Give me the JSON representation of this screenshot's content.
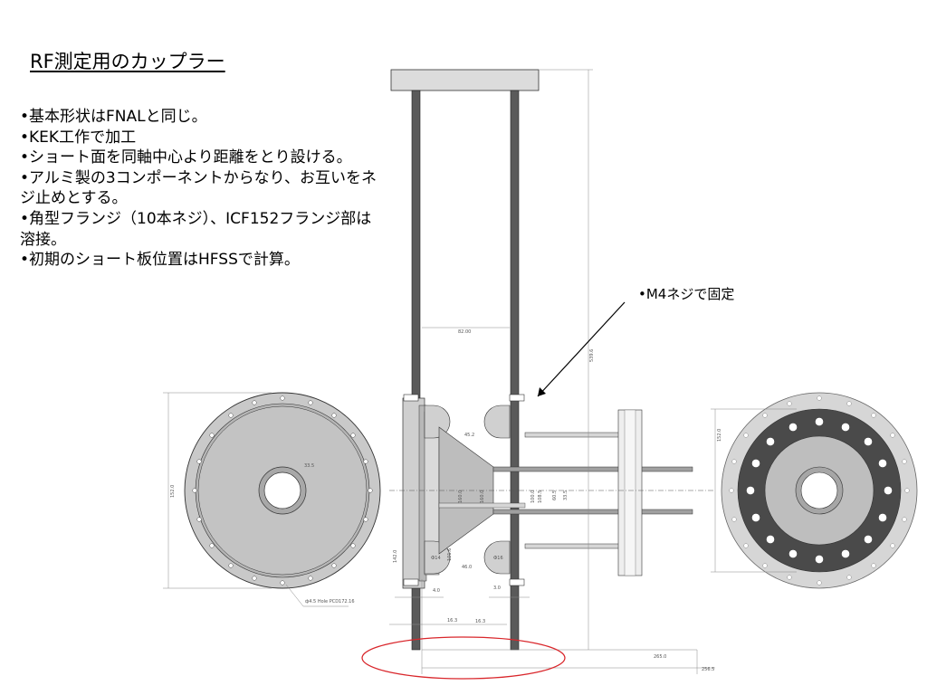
{
  "title": "RF測定用のカップラー",
  "bullets": [
    "•基本形状はFNALと同じ。",
    "•KEK工作で加工",
    "•ショート面を同軸中心より距離をとり設ける。",
    "•アルミ製の3コンポーネントからなり、お互いをネジ止めとする。",
    "•角型フランジ（10本ネジ）、ICF152フランジ部は溶接。",
    "•初期のショート板位置はHFSSで計算。"
  ],
  "callout": "•M4ネジで固定",
  "dims": {
    "d_rod_gap": "82.00",
    "d_total_height": "539.6",
    "d_45": "45.2",
    "d_160a": "160.0",
    "d_160b": "160.0",
    "d_100": "100.0",
    "d_108": "108.5",
    "d_60": "60.5",
    "d_33": "33.5",
    "d_142": "142.0",
    "d_101": "101.6",
    "d_46": "46.0",
    "d_phi14": "Ф14",
    "d_phi16": "Ф16",
    "d_4": "4.0",
    "d_3": "3.0",
    "d_16a": "16.3",
    "d_16b": "16.3",
    "d_265": "265.0",
    "d_256": "256.5",
    "d_left_33": "33.5",
    "d_left_152": "152.0",
    "d_hole": "ф4.5 Hole\nPCD172.16",
    "d_right_152": "152.0"
  },
  "colors": {
    "rod": "#5a5a5a",
    "body_gray": "#c8c8c8",
    "dark_ring": "#4a4a4a",
    "light_ring": "#d6d6d6",
    "annotation_red": "#d9262b"
  }
}
